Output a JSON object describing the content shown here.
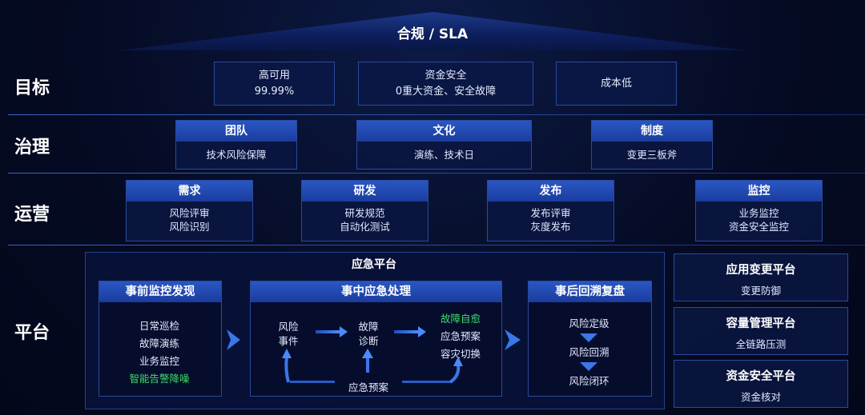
{
  "header": {
    "title": "合规 / SLA"
  },
  "rows": {
    "goals": "目标",
    "governance": "治理",
    "operations": "运营",
    "platform": "平台"
  },
  "goals": [
    {
      "line1": "高可用",
      "line2": "99.99%"
    },
    {
      "line1": "资金安全",
      "line2": "0重大资金、安全故障"
    },
    {
      "line1": "成本低",
      "line2": ""
    }
  ],
  "governance": [
    {
      "title": "团队",
      "body": "技术风险保障"
    },
    {
      "title": "文化",
      "body": "演练、技术日"
    },
    {
      "title": "制度",
      "body": "变更三板斧"
    }
  ],
  "operations": [
    {
      "title": "需求",
      "line1": "风险评审",
      "line2": "风险识别"
    },
    {
      "title": "研发",
      "line1": "研发规范",
      "line2": "自动化测试"
    },
    {
      "title": "发布",
      "line1": "发布评审",
      "line2": "灰度发布"
    },
    {
      "title": "监控",
      "line1": "业务监控",
      "line2": "资金安全监控"
    }
  ],
  "platform": {
    "title": "应急平台",
    "pre": {
      "title": "事前监控发现",
      "items": [
        "日常巡检",
        "故障演练",
        "业务监控",
        "智能告警降噪"
      ]
    },
    "mid": {
      "title": "事中应急处理",
      "risk_event": [
        "风险",
        "事件"
      ],
      "diagnosis": [
        "故障",
        "诊断"
      ],
      "actions": [
        "故障自愈",
        "应急预案",
        "容灾切换"
      ],
      "bottom": "应急预案"
    },
    "post": {
      "title": "事后回溯复盘",
      "items": [
        "风险定级",
        "风险回溯",
        "风险闭环"
      ]
    },
    "right": [
      {
        "title": "应用变更平台",
        "sub": "变更防御"
      },
      {
        "title": "容量管理平台",
        "sub": "全链路压测"
      },
      {
        "title": "资金安全平台",
        "sub": "资金核对"
      }
    ]
  },
  "colors": {
    "accent": "#2a57c4",
    "green": "#3ddc6a",
    "arrow": "#3a78e8"
  }
}
